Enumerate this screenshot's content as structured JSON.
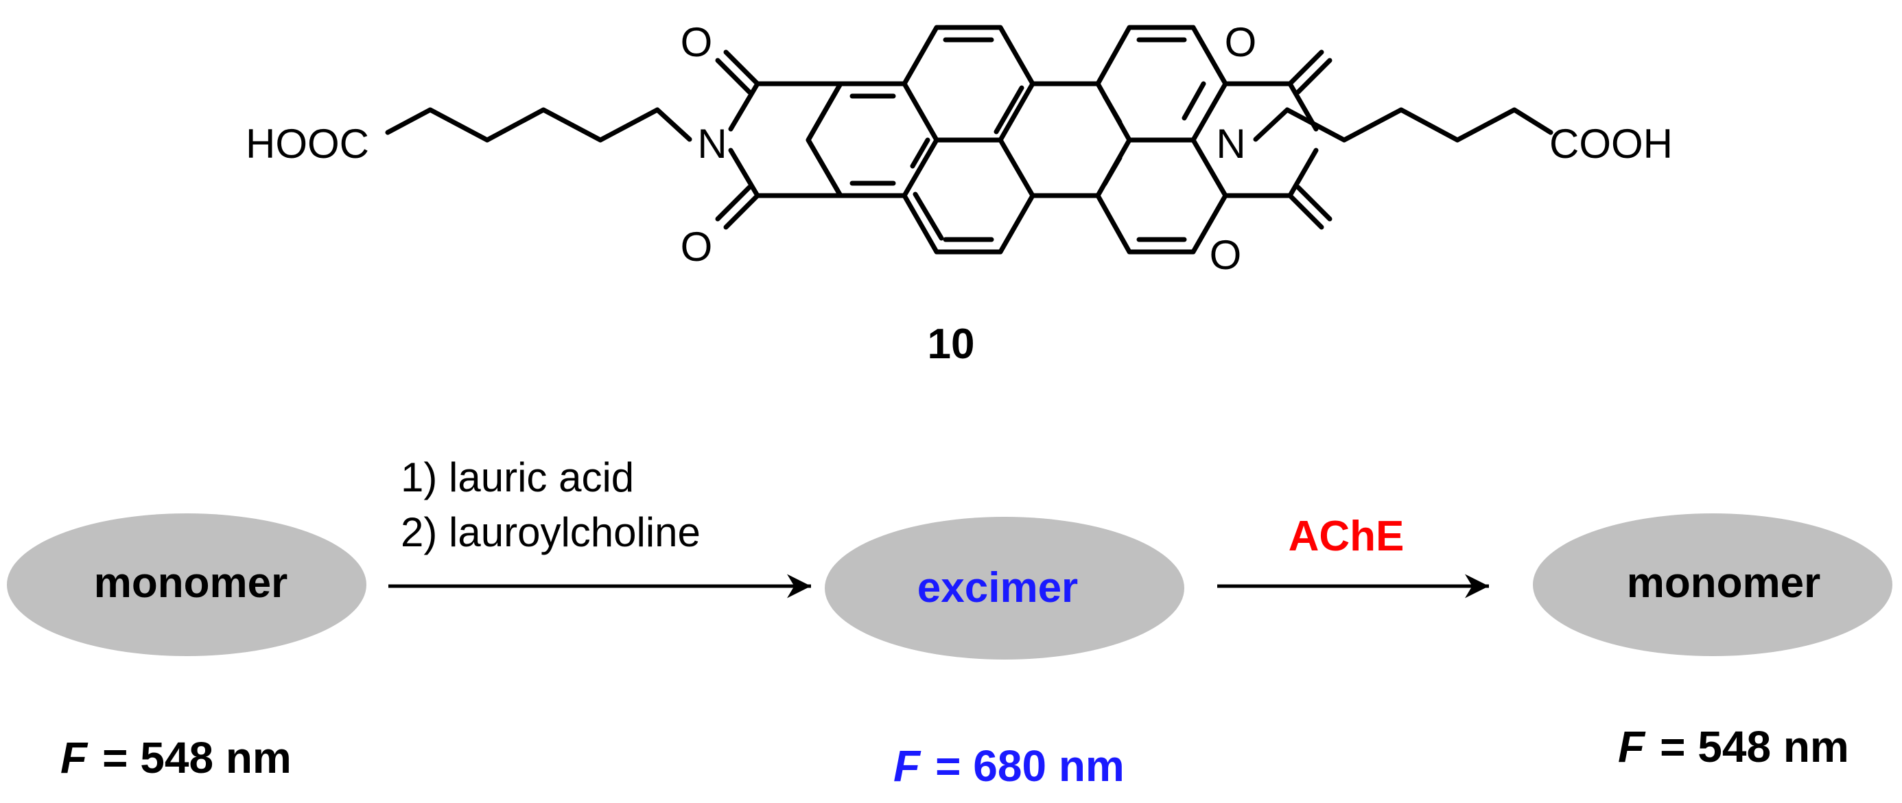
{
  "structure": {
    "compound_number": "10",
    "labels": {
      "o_top_left": "O",
      "o_bottom_left": "O",
      "o_top_right": "O",
      "o_bottom_right": "O",
      "n_left": "N",
      "n_right": "N",
      "acid_left": "HOOC",
      "acid_right": "COOH"
    }
  },
  "scheme": {
    "left": {
      "state": "monomer",
      "f_symbol": "F",
      "f_value": "= 548 nm"
    },
    "middle": {
      "state": "excimer",
      "f_symbol": "F",
      "f_value": "= 680 nm"
    },
    "right": {
      "state": "monomer",
      "f_symbol": "F",
      "f_value": "= 548 nm"
    },
    "step1": {
      "condition_1": "1) lauric acid",
      "condition_2": "2) lauroylcholine"
    },
    "step2": {
      "reagent": "AChE"
    }
  },
  "colors": {
    "ellipse_fill": "#c0c0c0",
    "excimer": "#1a1aff",
    "reagent": "#ff0000",
    "ink": "#000000"
  }
}
